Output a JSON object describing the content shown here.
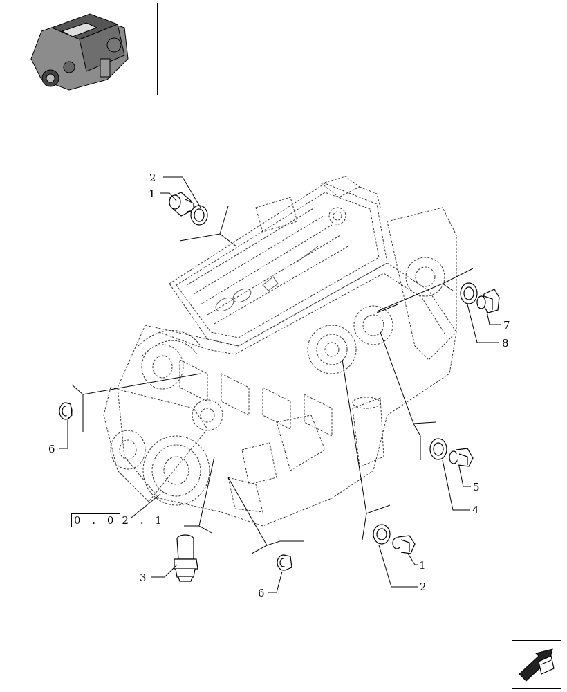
{
  "thumbnail": {
    "icon": "engine-thumbnail-icon"
  },
  "navigation": {
    "icon": "arrow-nav-icon"
  },
  "reference": {
    "boxed": "0 . 0",
    "rest": "2 . 1"
  },
  "callouts": [
    {
      "id": "c-2-top",
      "label": "2"
    },
    {
      "id": "c-1-top",
      "label": "1"
    },
    {
      "id": "c-7",
      "label": "7"
    },
    {
      "id": "c-8",
      "label": "8"
    },
    {
      "id": "c-6-left",
      "label": "6"
    },
    {
      "id": "c-5",
      "label": "5"
    },
    {
      "id": "c-4",
      "label": "4"
    },
    {
      "id": "c-3",
      "label": "3"
    },
    {
      "id": "c-6-bottom",
      "label": "6"
    },
    {
      "id": "c-1-bottom",
      "label": "1"
    },
    {
      "id": "c-2-bottom",
      "label": "2"
    }
  ]
}
